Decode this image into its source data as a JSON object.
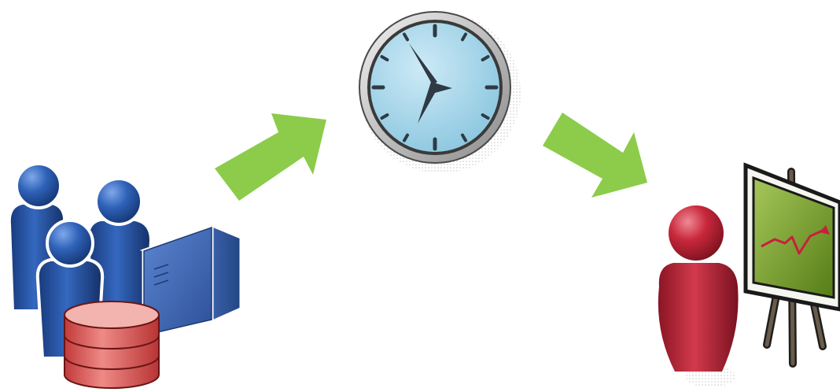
{
  "diagram": {
    "nodes": [
      {
        "id": "users-data-server",
        "icon": "users-database-server-icon"
      },
      {
        "id": "clock",
        "icon": "clock-icon"
      },
      {
        "id": "presenter-chart",
        "icon": "presenter-growth-chart-icon"
      }
    ],
    "edges": [
      {
        "from": "users-data-server",
        "to": "clock",
        "icon": "arrow-up-right-icon"
      },
      {
        "from": "clock",
        "to": "presenter-chart",
        "icon": "arrow-down-right-icon"
      }
    ],
    "colors": {
      "arrow": "#8ccc4a",
      "user_blue": "#1e4f9a",
      "database_red": "#d9544f",
      "server_blue": "#3b66b5",
      "clock_face": "#a9d8ec",
      "presenter_red": "#c0293b",
      "board_green": "#6e9a22",
      "trend_line": "#c8203a"
    }
  }
}
